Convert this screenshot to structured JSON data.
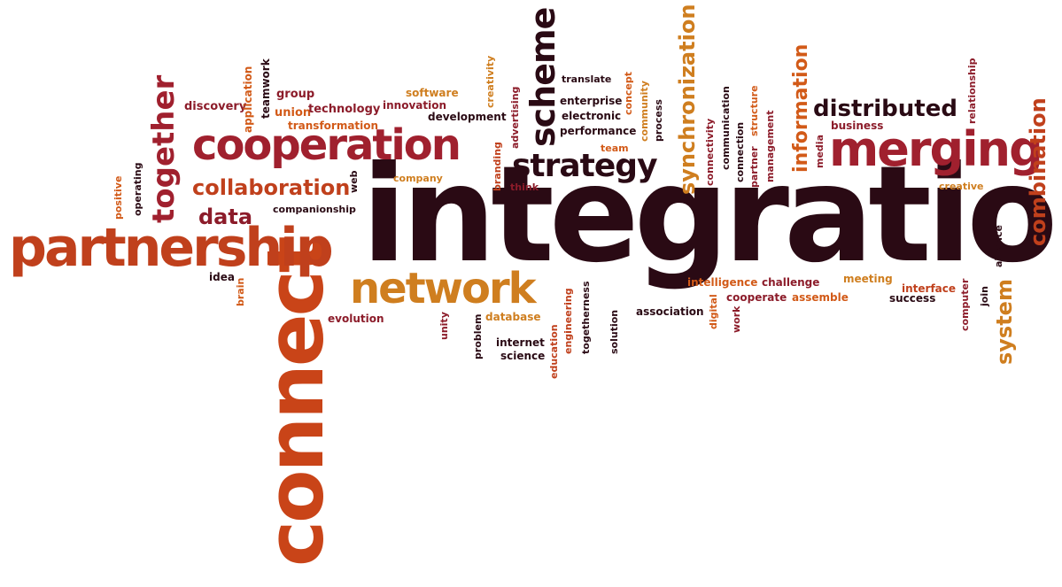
{
  "palette": {
    "maroon": "#2a0a14",
    "wine": "#8c1c2a",
    "crimson": "#a0202e",
    "rust": "#c0401c",
    "orange": "#d25a18",
    "amber": "#cf7e1f",
    "gold": "#d79a2a",
    "black": "#1a1a1a"
  },
  "words": {
    "integration": "integration",
    "connect": "connect",
    "partnership": "partnership",
    "cooperation": "cooperation",
    "network": "network",
    "merging": "merging",
    "together": "together",
    "scheme": "scheme",
    "strategy": "strategy",
    "synchronization": "synchronization",
    "information": "information",
    "distributed": "distributed",
    "combination": "combination",
    "collaboration": "collaboration",
    "data": "data",
    "system": "system",
    "discovery": "discovery",
    "application": "application",
    "teamwork": "teamwork",
    "group": "group",
    "union": "union",
    "technology": "technology",
    "transformation": "transformation",
    "software": "software",
    "innovation": "innovation",
    "development": "development",
    "creativity": "creativity",
    "advertising": "advertising",
    "branding": "branding",
    "translate": "translate",
    "enterprise": "enterprise",
    "electronic": "electronic",
    "performance": "performance",
    "concept": "concept",
    "community": "community",
    "process": "process",
    "team": "team",
    "think": "think",
    "company": "company",
    "web": "web",
    "companionship": "companionship",
    "positive": "positive",
    "operating": "operating",
    "idea": "idea",
    "brain": "brain",
    "evolution": "evolution",
    "unity": "unity",
    "problem": "problem",
    "database": "database",
    "internet": "internet",
    "science": "science",
    "education": "education",
    "engineering": "engineering",
    "togetherness": "togetherness",
    "solution": "solution",
    "association": "association",
    "digital": "digital",
    "work": "work",
    "intelligence": "intelligence",
    "challenge": "challenge",
    "cooperate": "cooperate",
    "assemble": "assemble",
    "meeting": "meeting",
    "interface": "interface",
    "success": "success",
    "computer": "computer",
    "join": "join",
    "alliance": "alliance",
    "connectivity": "connectivity",
    "communication": "communication",
    "connection": "connection",
    "partner": "partner",
    "structure": "structure",
    "management": "management",
    "media": "media",
    "business": "business",
    "relationship": "relationship",
    "creative": "creative"
  }
}
